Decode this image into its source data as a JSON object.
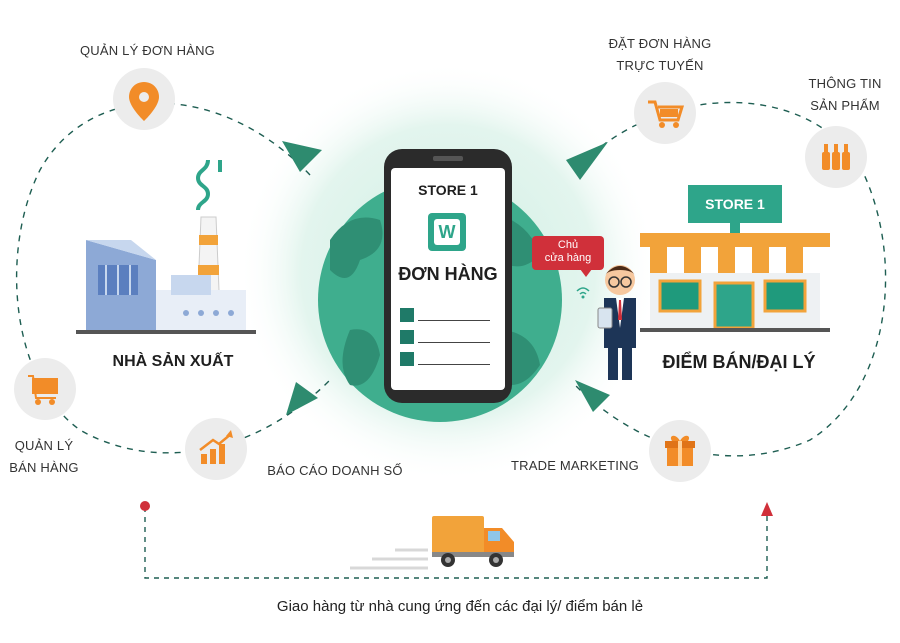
{
  "labels": {
    "quan_ly_don_hang": "QUẢN LÝ ĐƠN HÀNG",
    "dat_don_hang_line1": "ĐẶT ĐƠN HÀNG",
    "dat_don_hang_line2": "TRỰC TUYẾN",
    "thong_tin_line1": "THÔNG TIN",
    "thong_tin_line2": "SẢN PHẨM",
    "nha_san_xuat": "NHÀ SẢN XUẤT",
    "diem_ban": "ĐIỂM BÁN/ĐẠI LÝ",
    "quan_ly_ban_hang_line1": "QUẢN LÝ",
    "quan_ly_ban_hang_line2": "BÁN HÀNG",
    "bao_cao": "BÁO CÁO DOANH SỐ",
    "trade_marketing": "TRADE MARKETING",
    "footer": "Giao hàng từ nhà cung ứng đến các đại lý/ điểm bán lẻ"
  },
  "phone": {
    "store": "STORE 1",
    "logo_letter": "W",
    "title": "ĐƠN HÀNG"
  },
  "store_sign": "STORE 1",
  "speech_bubble": {
    "line1": "Chủ",
    "line2": "cửa hàng"
  },
  "colors": {
    "accent_orange": "#f28c28",
    "teal": "#2ea58a",
    "dark_teal": "#1f7a68",
    "globe_green": "#3fae8e",
    "glow": "#dff3ec",
    "red_dot": "#d0303a",
    "dash": "#1e5e52"
  },
  "icons": [
    "location-pin-icon",
    "shopping-cart-icon",
    "bottles-icon",
    "bag-cart-icon",
    "growth-chart-icon",
    "gift-icon",
    "wifi-icon",
    "factory-icon",
    "shop-icon",
    "truck-icon"
  ]
}
